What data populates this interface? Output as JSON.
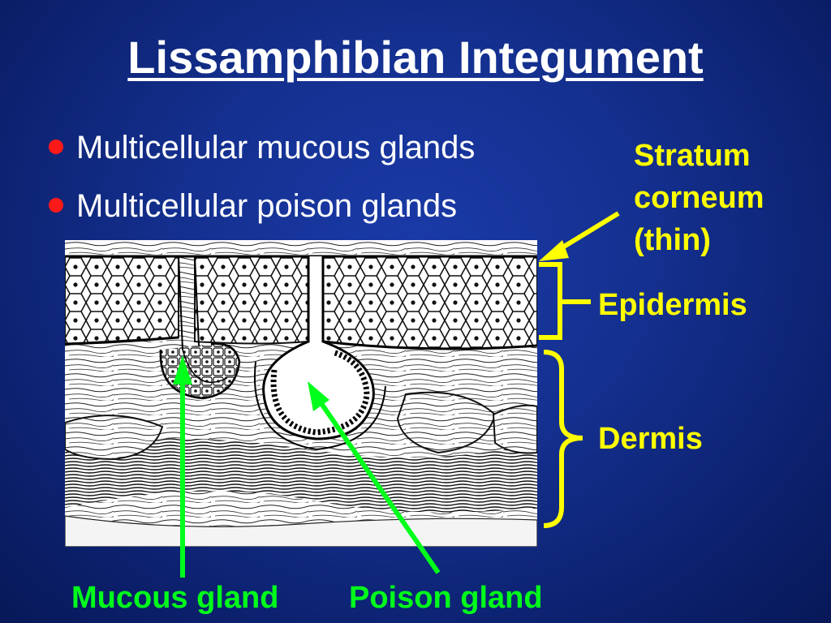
{
  "title": "Lissamphibian Integument",
  "bullets": [
    "Multicellular mucous glands",
    "Multicellular poison glands"
  ],
  "labels": {
    "stratum_line1": "Stratum",
    "stratum_line2": "corneum",
    "stratum_line3": "(thin)",
    "epidermis": "Epidermis",
    "dermis": "Dermis",
    "mucous_gland": "Mucous gland",
    "poison_gland": "Poison gland"
  },
  "colors": {
    "title": "#ffffff",
    "bullet_dot": "#ff1a1a",
    "yellow_labels": "#ffff00",
    "green_labels": "#00ff1a"
  }
}
